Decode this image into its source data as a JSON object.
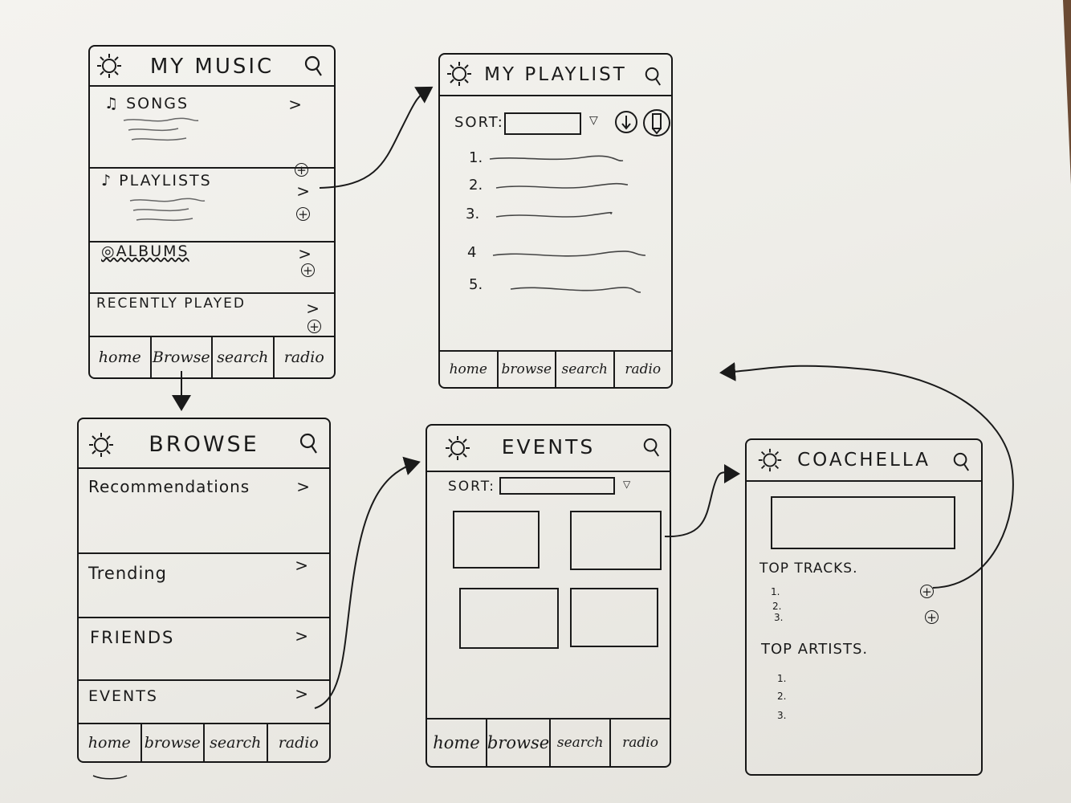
{
  "my_music": {
    "title": "MY MUSIC",
    "rows": [
      {
        "label": "♫ SONGS",
        "chevron": ">"
      },
      {
        "label": "♪ PLAYLISTS",
        "chevron": ">"
      },
      {
        "label": "◎ALBUMS",
        "chevron": ">"
      },
      {
        "label": "RECENTLY PLAYED",
        "chevron": ">"
      }
    ],
    "tabs": [
      "home",
      "Browse",
      "search",
      "radio"
    ]
  },
  "my_playlist": {
    "title": "MY PLAYLIST",
    "sort_label": "SORT:",
    "items": [
      "1.",
      "2.",
      "3.",
      "4",
      "5."
    ],
    "tabs": [
      "home",
      "browse",
      "search",
      "radio"
    ]
  },
  "browse": {
    "title": "BROWSE",
    "rows": [
      {
        "label": "Recommendations",
        "chevron": ">"
      },
      {
        "label": "Trending",
        "chevron": ">"
      },
      {
        "label": "FRIENDS",
        "chevron": ">"
      },
      {
        "label": "EVENTS",
        "chevron": ">"
      }
    ],
    "tabs": [
      "home",
      "browse",
      "search",
      "radio"
    ]
  },
  "events": {
    "title": "EVENTS",
    "sort_label": "SORT:",
    "tabs": [
      "home",
      "browse",
      "search",
      "radio"
    ]
  },
  "coachella": {
    "title": "COACHELLA",
    "top_tracks_label": "TOP TRACKS.",
    "top_tracks": [
      "1.",
      "2.",
      "3."
    ],
    "top_artists_label": "TOP ARTISTS.",
    "top_artists": [
      "1.",
      "2.",
      "3."
    ]
  },
  "icons": [
    "settings-icon",
    "search-icon",
    "plus-icon",
    "download-icon",
    "delete-icon",
    "dropdown-icon",
    "chevron-right-icon"
  ],
  "colors": {
    "ink": "#1a1a1a",
    "paper": "#f2f1ec",
    "table": "#6b4a33"
  }
}
